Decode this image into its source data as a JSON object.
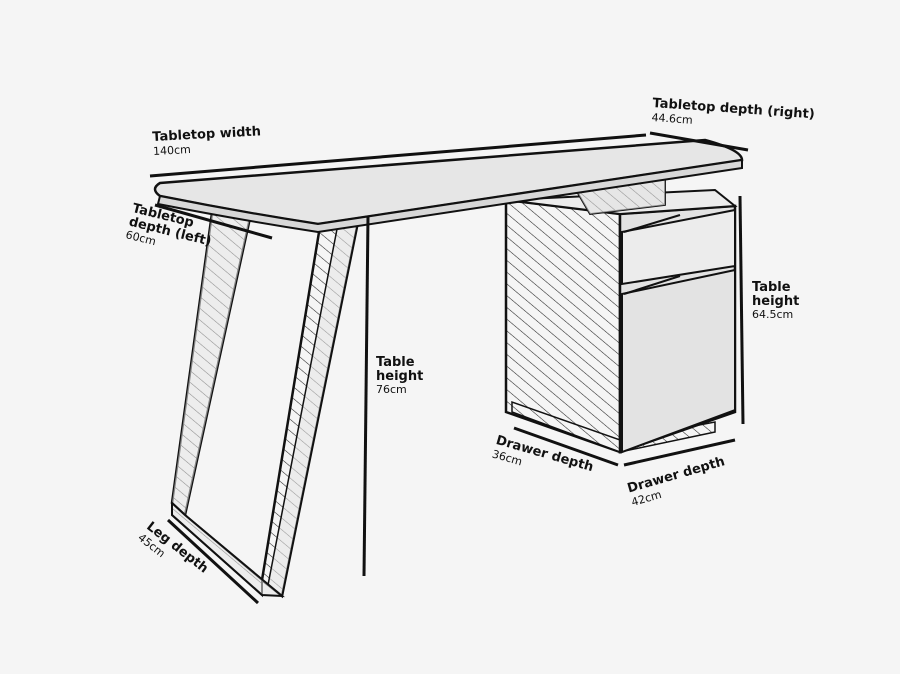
{
  "dimensions": {
    "tabletop_width": {
      "label": "Tabletop width",
      "value": "140cm"
    },
    "tabletop_depth_right": {
      "label": "Tabletop depth (right)",
      "value": "44.6cm"
    },
    "tabletop_depth_left": {
      "label_line1": "Tabletop",
      "label_line2": "depth (left)",
      "value": "60cm"
    },
    "table_height": {
      "label_line1": "Table",
      "label_line2": "height",
      "value": "76cm"
    },
    "cabinet_height": {
      "label_line1": "Table",
      "label_line2": "height",
      "value": "64.5cm"
    },
    "drawer_depth_36": {
      "label": "Drawer depth",
      "value": "36cm"
    },
    "drawer_depth_42": {
      "label": "Drawer depth",
      "value": "42cm"
    },
    "leg_depth": {
      "label": "Leg depth",
      "value": "45cm"
    }
  },
  "colors": {
    "background": "#f5f5f5",
    "line": "#111111",
    "surface": "#e6e6e6"
  }
}
